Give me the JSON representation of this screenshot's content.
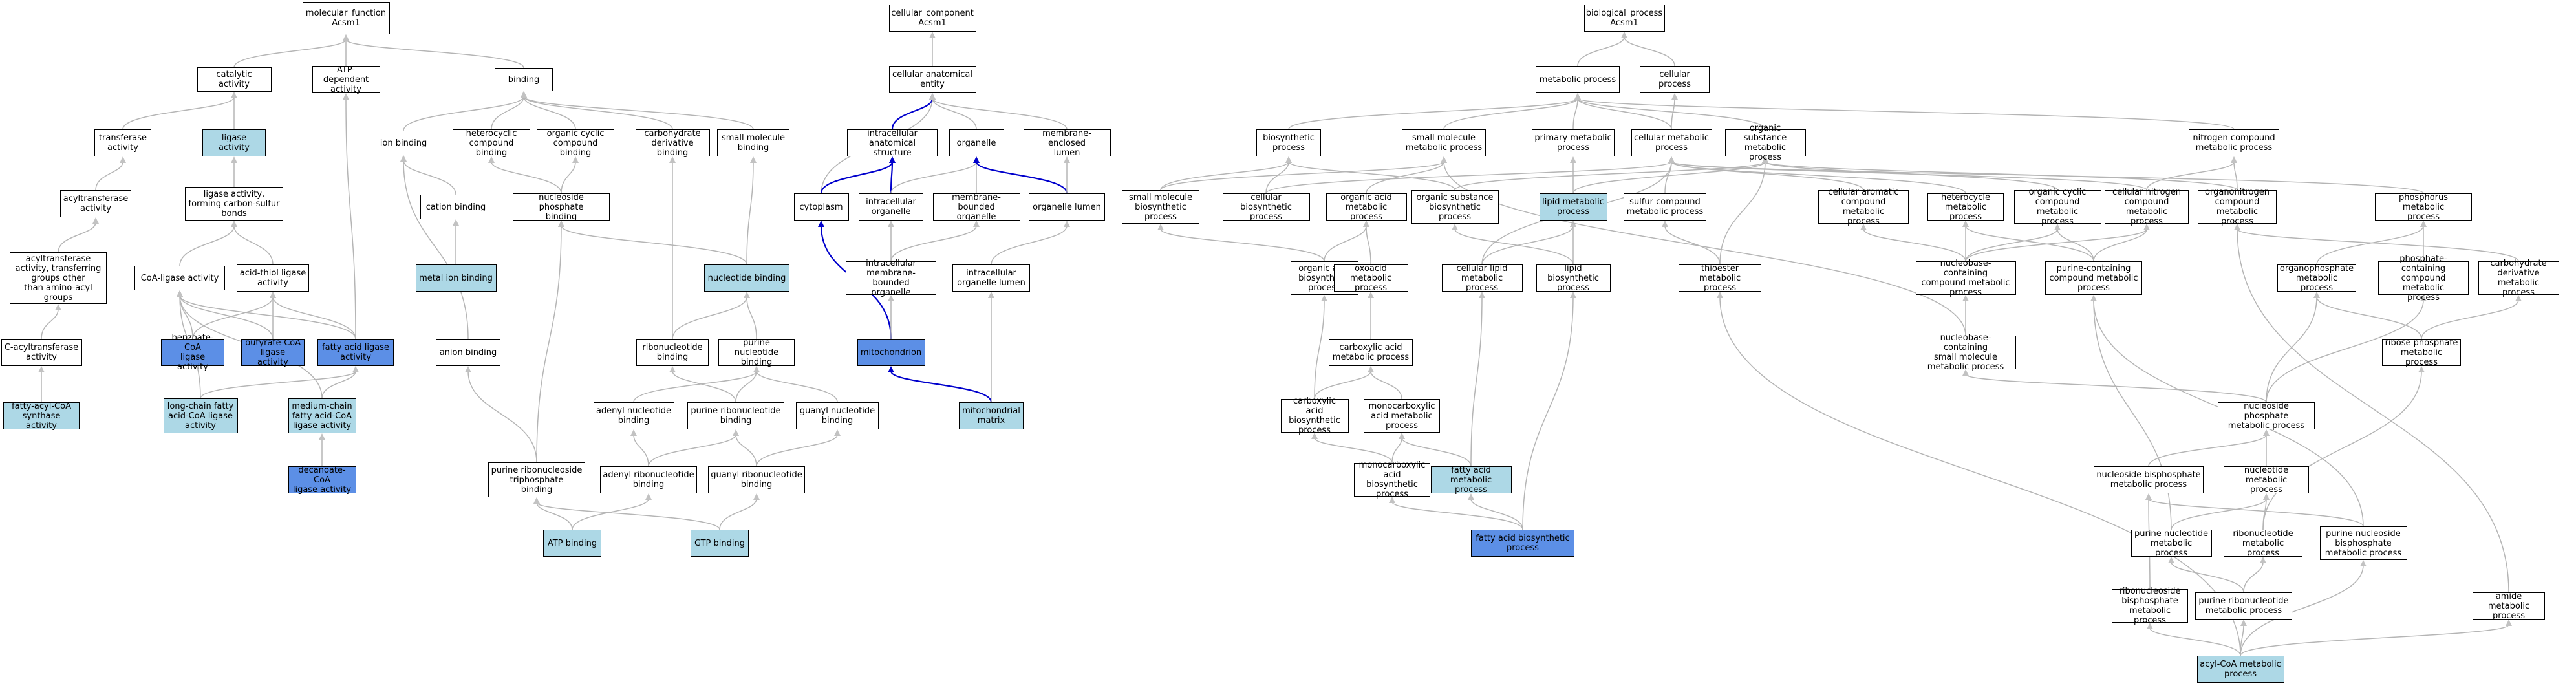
{
  "graph": {
    "colors": {
      "light": "#add8e6",
      "dark": "#5c8fe6",
      "edge": "#b5b5b5",
      "part_of_edge": "#0000cc"
    },
    "nodes": [
      {
        "id": "mf",
        "label": "molecular_function\nAcsm1"
      },
      {
        "id": "cat",
        "label": "catalytic activity"
      },
      {
        "id": "atpdep",
        "label": "ATP-dependent\nactivity"
      },
      {
        "id": "binding",
        "label": "binding"
      },
      {
        "id": "transf",
        "label": "transferase\nactivity"
      },
      {
        "id": "ligase",
        "label": "ligase activity",
        "fill": "light"
      },
      {
        "id": "acyltr",
        "label": "acyltransferase\nactivity"
      },
      {
        "id": "ligcs",
        "label": "ligase activity,\nforming carbon-sulfur\nbonds"
      },
      {
        "id": "acyltr2",
        "label": "acyltransferase\nactivity, transferring\ngroups other\nthan amino-acyl\ngroups"
      },
      {
        "id": "coalig",
        "label": "CoA-ligase activity"
      },
      {
        "id": "acidthiol",
        "label": "acid-thiol ligase\nactivity"
      },
      {
        "id": "cacyl",
        "label": "C-acyltransferase\nactivity"
      },
      {
        "id": "benz",
        "label": "benzoate-CoA\nligase activity",
        "fill": "dark"
      },
      {
        "id": "buty",
        "label": "butyrate-CoA\nligase activity",
        "fill": "dark"
      },
      {
        "id": "fal",
        "label": "fatty acid ligase\nactivity",
        "fill": "dark"
      },
      {
        "id": "facs",
        "label": "fatty-acyl-CoA\nsynthase activity",
        "fill": "light"
      },
      {
        "id": "lcfa",
        "label": "long-chain fatty\nacid-CoA ligase\nactivity",
        "fill": "light"
      },
      {
        "id": "mcfa",
        "label": "medium-chain\nfatty acid-CoA\nligase activity",
        "fill": "light"
      },
      {
        "id": "deca",
        "label": "decanoate-CoA\nligase activity",
        "fill": "dark"
      },
      {
        "id": "ionb",
        "label": "ion binding"
      },
      {
        "id": "heterob",
        "label": "heterocyclic\ncompound binding"
      },
      {
        "id": "orgcycb",
        "label": "organic cyclic\ncompound binding"
      },
      {
        "id": "carbob",
        "label": "carbohydrate\nderivative binding"
      },
      {
        "id": "smallb",
        "label": "small molecule\nbinding"
      },
      {
        "id": "cationb",
        "label": "cation binding"
      },
      {
        "id": "nucphosb",
        "label": "nucleoside phosphate\nbinding"
      },
      {
        "id": "metalb",
        "label": "metal ion binding",
        "fill": "light"
      },
      {
        "id": "nucb",
        "label": "nucleotide binding",
        "fill": "light"
      },
      {
        "id": "anionb",
        "label": "anion binding"
      },
      {
        "id": "ribob",
        "label": "ribonucleotide\nbinding"
      },
      {
        "id": "purnb",
        "label": "purine nucleotide\nbinding"
      },
      {
        "id": "adenb",
        "label": "adenyl nucleotide\nbinding"
      },
      {
        "id": "purribb",
        "label": "purine ribonucleotide\nbinding"
      },
      {
        "id": "guanb",
        "label": "guanyl nucleotide\nbinding"
      },
      {
        "id": "purtrib",
        "label": "purine ribonucleoside\ntriphosphate\nbinding"
      },
      {
        "id": "adenribb",
        "label": "adenyl ribonucleotide\nbinding"
      },
      {
        "id": "guanribb",
        "label": "guanyl ribonucleotide\nbinding"
      },
      {
        "id": "atpb",
        "label": "ATP binding",
        "fill": "light"
      },
      {
        "id": "gtpb",
        "label": "GTP binding",
        "fill": "light"
      },
      {
        "id": "cc",
        "label": "cellular_component\nAcsm1"
      },
      {
        "id": "cae",
        "label": "cellular anatomical\nentity"
      },
      {
        "id": "ias",
        "label": "intracellular\nanatomical structure"
      },
      {
        "id": "organelle",
        "label": "organelle"
      },
      {
        "id": "memlumen",
        "label": "membrane-enclosed\nlumen"
      },
      {
        "id": "cytoplasm",
        "label": "cytoplasm"
      },
      {
        "id": "intraorg",
        "label": "intracellular\norganelle"
      },
      {
        "id": "membound",
        "label": "membrane-bounded\norganelle"
      },
      {
        "id": "orglumen",
        "label": "organelle lumen"
      },
      {
        "id": "intramemb",
        "label": "intracellular\nmembrane-bounded\norganelle"
      },
      {
        "id": "intraorglumen",
        "label": "intracellular\norganelle lumen"
      },
      {
        "id": "mito",
        "label": "mitochondrion",
        "fill": "dark"
      },
      {
        "id": "mitomatrix",
        "label": "mitochondrial\nmatrix",
        "fill": "light"
      },
      {
        "id": "bp",
        "label": "biological_process\nAcsm1"
      },
      {
        "id": "metab",
        "label": "metabolic process"
      },
      {
        "id": "cellproc",
        "label": "cellular process"
      },
      {
        "id": "biosyn",
        "label": "biosynthetic\nprocess"
      },
      {
        "id": "smmet",
        "label": "small molecule\nmetabolic process"
      },
      {
        "id": "primmet",
        "label": "primary metabolic\nprocess"
      },
      {
        "id": "cellmet",
        "label": "cellular metabolic\nprocess"
      },
      {
        "id": "orgsubmet",
        "label": "organic substance\nmetabolic process"
      },
      {
        "id": "nitmet",
        "label": "nitrogen compound\nmetabolic process"
      },
      {
        "id": "smbiosyn",
        "label": "small molecule\nbiosynthetic\nprocess"
      },
      {
        "id": "cellbiosyn",
        "label": "cellular biosynthetic\nprocess"
      },
      {
        "id": "orgacidmet",
        "label": "organic acid\nmetabolic process"
      },
      {
        "id": "orgsubbiosyn",
        "label": "organic substance\nbiosynthetic\nprocess"
      },
      {
        "id": "lipidmet",
        "label": "lipid metabolic\nprocess",
        "fill": "light"
      },
      {
        "id": "sulfmet",
        "label": "sulfur compound\nmetabolic process"
      },
      {
        "id": "cellaromet",
        "label": "cellular aromatic\ncompound metabolic\nprocess"
      },
      {
        "id": "heteromet",
        "label": "heterocycle\nmetabolic process"
      },
      {
        "id": "orgcycmet",
        "label": "organic cyclic\ncompound metabolic\nprocess"
      },
      {
        "id": "cellnitmet",
        "label": "cellular nitrogen\ncompound metabolic\nprocess"
      },
      {
        "id": "orgnitmet",
        "label": "organonitrogen\ncompound metabolic\nprocess"
      },
      {
        "id": "phosmet",
        "label": "phosphorus metabolic\nprocess"
      },
      {
        "id": "orgacidbiosyn",
        "label": "organic acid\nbiosynthetic\nprocess"
      },
      {
        "id": "oxoacid",
        "label": "oxoacid metabolic\nprocess"
      },
      {
        "id": "celllipid",
        "label": "cellular lipid\nmetabolic process"
      },
      {
        "id": "lipidbiosyn",
        "label": "lipid biosynthetic\nprocess"
      },
      {
        "id": "thioester",
        "label": "thioester metabolic\nprocess"
      },
      {
        "id": "nucbasemet",
        "label": "nucleobase-containing\ncompound metabolic\nprocess"
      },
      {
        "id": "purcontmet",
        "label": "purine-containing\ncompound metabolic\nprocess"
      },
      {
        "id": "orgphosmet",
        "label": "organophosphate\nmetabolic process"
      },
      {
        "id": "phoscontmet",
        "label": "phosphate-containing\ncompound metabolic\nprocess"
      },
      {
        "id": "carbderivmet",
        "label": "carbohydrate\nderivative metabolic\nprocess"
      },
      {
        "id": "carbacid",
        "label": "carboxylic acid\nmetabolic process"
      },
      {
        "id": "nucbasesm",
        "label": "nucleobase-containing\nsmall molecule\nmetabolic process"
      },
      {
        "id": "ribphos",
        "label": "ribose phosphate\nmetabolic process"
      },
      {
        "id": "carbacidbiosyn",
        "label": "carboxylic acid\nbiosynthetic\nprocess"
      },
      {
        "id": "monocarbmet",
        "label": "monocarboxylic\nacid metabolic\nprocess"
      },
      {
        "id": "nucphosmet",
        "label": "nucleoside phosphate\nmetabolic process"
      },
      {
        "id": "monocarbbiosyn",
        "label": "monocarboxylic\nacid biosynthetic\nprocess"
      },
      {
        "id": "famet",
        "label": "fatty acid metabolic\nprocess",
        "fill": "light"
      },
      {
        "id": "nucbismet",
        "label": "nucleoside bisphosphate\nmetabolic process"
      },
      {
        "id": "nucmet",
        "label": "nucleotide metabolic\nprocess"
      },
      {
        "id": "fabiosyn",
        "label": "fatty acid biosynthetic\nprocess",
        "fill": "dark"
      },
      {
        "id": "purnucmet",
        "label": "purine nucleotide\nmetabolic process"
      },
      {
        "id": "ribnucmet",
        "label": "ribonucleotide\nmetabolic process"
      },
      {
        "id": "purnucbis",
        "label": "purine nucleoside\nbisphosphate\nmetabolic process"
      },
      {
        "id": "ribbisphos",
        "label": "ribonucleoside\nbisphosphate\nmetabolic process"
      },
      {
        "id": "purribnucmet",
        "label": "purine ribonucleotide\nmetabolic process"
      },
      {
        "id": "amidemet",
        "label": "amide metabolic\nprocess"
      },
      {
        "id": "acylcoa",
        "label": "acyl-CoA metabolic\nprocess",
        "fill": "light"
      }
    ],
    "edges": [
      [
        "cat",
        "mf"
      ],
      [
        "atpdep",
        "mf"
      ],
      [
        "binding",
        "mf"
      ],
      [
        "transf",
        "cat"
      ],
      [
        "ligase",
        "cat"
      ],
      [
        "acyltr",
        "transf"
      ],
      [
        "acyltr2",
        "acyltr"
      ],
      [
        "cacyl",
        "acyltr2"
      ],
      [
        "facs",
        "cacyl"
      ],
      [
        "ligcs",
        "ligase"
      ],
      [
        "coalig",
        "ligcs"
      ],
      [
        "acidthiol",
        "ligcs"
      ],
      [
        "benz",
        "coalig"
      ],
      [
        "benz",
        "acidthiol"
      ],
      [
        "buty",
        "coalig"
      ],
      [
        "buty",
        "acidthiol"
      ],
      [
        "fal",
        "atpdep"
      ],
      [
        "fal",
        "coalig"
      ],
      [
        "fal",
        "acidthiol"
      ],
      [
        "lcfa",
        "fal"
      ],
      [
        "lcfa",
        "coalig"
      ],
      [
        "mcfa",
        "fal"
      ],
      [
        "mcfa",
        "coalig"
      ],
      [
        "deca",
        "mcfa"
      ],
      [
        "ionb",
        "binding"
      ],
      [
        "heterob",
        "binding"
      ],
      [
        "orgcycb",
        "binding"
      ],
      [
        "carbob",
        "binding"
      ],
      [
        "smallb",
        "binding"
      ],
      [
        "cationb",
        "ionb"
      ],
      [
        "metalb",
        "cationb"
      ],
      [
        "anionb",
        "ionb"
      ],
      [
        "nucphosb",
        "heterob"
      ],
      [
        "nucphosb",
        "orgcycb"
      ],
      [
        "nucb",
        "nucphosb"
      ],
      [
        "nucb",
        "smallb"
      ],
      [
        "ribob",
        "carbob"
      ],
      [
        "ribob",
        "nucb"
      ],
      [
        "purnb",
        "nucb"
      ],
      [
        "adenb",
        "purnb"
      ],
      [
        "purribb",
        "ribob"
      ],
      [
        "purribb",
        "purnb"
      ],
      [
        "guanb",
        "purnb"
      ],
      [
        "purtrib",
        "anionb"
      ],
      [
        "purtrib",
        "nucphosb"
      ],
      [
        "adenribb",
        "adenb"
      ],
      [
        "adenribb",
        "purribb"
      ],
      [
        "guanribb",
        "purribb"
      ],
      [
        "guanribb",
        "guanb"
      ],
      [
        "atpb",
        "adenribb"
      ],
      [
        "atpb",
        "purtrib"
      ],
      [
        "gtpb",
        "guanribb"
      ],
      [
        "gtpb",
        "purtrib"
      ],
      [
        "cae",
        "cc"
      ],
      [
        "ias",
        "cae",
        "strong"
      ],
      [
        "organelle",
        "cae"
      ],
      [
        "memlumen",
        "cae"
      ],
      [
        "cytoplasm",
        "cae"
      ],
      [
        "cytoplasm",
        "ias",
        "strong"
      ],
      [
        "intraorg",
        "ias",
        "strong"
      ],
      [
        "intraorg",
        "organelle"
      ],
      [
        "membound",
        "organelle"
      ],
      [
        "orglumen",
        "organelle",
        "strong"
      ],
      [
        "orglumen",
        "memlumen"
      ],
      [
        "intramemb",
        "intraorg"
      ],
      [
        "intramemb",
        "membound"
      ],
      [
        "intraorglumen",
        "orglumen"
      ],
      [
        "mito",
        "cytoplasm",
        "strong"
      ],
      [
        "mito",
        "intramemb"
      ],
      [
        "mitomatrix",
        "mito",
        "strong"
      ],
      [
        "mitomatrix",
        "intraorglumen"
      ],
      [
        "metab",
        "bp"
      ],
      [
        "cellproc",
        "bp"
      ],
      [
        "biosyn",
        "metab"
      ],
      [
        "smmet",
        "metab"
      ],
      [
        "primmet",
        "metab"
      ],
      [
        "orgsubmet",
        "metab"
      ],
      [
        "nitmet",
        "metab"
      ],
      [
        "cellmet",
        "metab"
      ],
      [
        "cellmet",
        "cellproc"
      ],
      [
        "smbiosyn",
        "biosyn"
      ],
      [
        "smbiosyn",
        "smmet"
      ],
      [
        "cellbiosyn",
        "biosyn"
      ],
      [
        "cellbiosyn",
        "cellmet"
      ],
      [
        "orgacidmet",
        "smmet"
      ],
      [
        "orgsubbiosyn",
        "biosyn"
      ],
      [
        "orgsubbiosyn",
        "orgsubmet"
      ],
      [
        "lipidmet",
        "primmet"
      ],
      [
        "lipidmet",
        "orgsubmet"
      ],
      [
        "sulfmet",
        "cellmet"
      ],
      [
        "cellaromet",
        "cellmet"
      ],
      [
        "heteromet",
        "cellmet"
      ],
      [
        "orgcycmet",
        "orgsubmet"
      ],
      [
        "cellnitmet",
        "cellmet"
      ],
      [
        "cellnitmet",
        "nitmet"
      ],
      [
        "orgnitmet",
        "orgsubmet"
      ],
      [
        "orgnitmet",
        "nitmet"
      ],
      [
        "phosmet",
        "cellmet"
      ],
      [
        "orgacidbiosyn",
        "smbiosyn"
      ],
      [
        "orgacidbiosyn",
        "orgacidmet"
      ],
      [
        "oxoacid",
        "orgacidmet"
      ],
      [
        "celllipid",
        "cellmet"
      ],
      [
        "celllipid",
        "lipidmet"
      ],
      [
        "lipidbiosyn",
        "lipidmet"
      ],
      [
        "lipidbiosyn",
        "orgsubbiosyn"
      ],
      [
        "thioester",
        "sulfmet"
      ],
      [
        "thioester",
        "orgsubmet"
      ],
      [
        "nucbasemet",
        "cellaromet"
      ],
      [
        "nucbasemet",
        "heteromet"
      ],
      [
        "nucbasemet",
        "orgcycmet"
      ],
      [
        "nucbasemet",
        "cellnitmet"
      ],
      [
        "purcontmet",
        "heteromet"
      ],
      [
        "purcontmet",
        "orgcycmet"
      ],
      [
        "purcontmet",
        "cellnitmet"
      ],
      [
        "orgphosmet",
        "phosmet"
      ],
      [
        "phoscontmet",
        "phosmet"
      ],
      [
        "carbderivmet",
        "orgnitmet"
      ],
      [
        "carbacid",
        "oxoacid"
      ],
      [
        "nucbasesm",
        "nucbasemet"
      ],
      [
        "nucbasesm",
        "smmet"
      ],
      [
        "ribphos",
        "carbderivmet"
      ],
      [
        "ribphos",
        "orgphosmet"
      ],
      [
        "carbacidbiosyn",
        "carbacid"
      ],
      [
        "carbacidbiosyn",
        "orgacidbiosyn"
      ],
      [
        "monocarbmet",
        "carbacid"
      ],
      [
        "nucphosmet",
        "nucbasesm"
      ],
      [
        "nucphosmet",
        "orgphosmet"
      ],
      [
        "nucphosmet",
        "phoscontmet"
      ],
      [
        "monocarbbiosyn",
        "monocarbmet"
      ],
      [
        "monocarbbiosyn",
        "carbacidbiosyn"
      ],
      [
        "famet",
        "monocarbmet"
      ],
      [
        "famet",
        "celllipid"
      ],
      [
        "nucbismet",
        "nucphosmet"
      ],
      [
        "nucmet",
        "nucphosmet"
      ],
      [
        "fabiosyn",
        "monocarbbiosyn"
      ],
      [
        "fabiosyn",
        "famet"
      ],
      [
        "fabiosyn",
        "lipidbiosyn"
      ],
      [
        "purnucmet",
        "nucmet"
      ],
      [
        "purnucmet",
        "purcontmet"
      ],
      [
        "ribnucmet",
        "nucmet"
      ],
      [
        "ribnucmet",
        "ribphos"
      ],
      [
        "purnucbis",
        "nucbismet"
      ],
      [
        "purnucbis",
        "purcontmet"
      ],
      [
        "ribbisphos",
        "nucbismet"
      ],
      [
        "purribnucmet",
        "purnucmet"
      ],
      [
        "purribnucmet",
        "ribnucmet"
      ],
      [
        "amidemet",
        "orgnitmet"
      ],
      [
        "acylcoa",
        "thioester"
      ],
      [
        "acylcoa",
        "ribbisphos"
      ],
      [
        "acylcoa",
        "purribnucmet"
      ],
      [
        "acylcoa",
        "purnucbis"
      ],
      [
        "acylcoa",
        "amidemet"
      ]
    ]
  }
}
